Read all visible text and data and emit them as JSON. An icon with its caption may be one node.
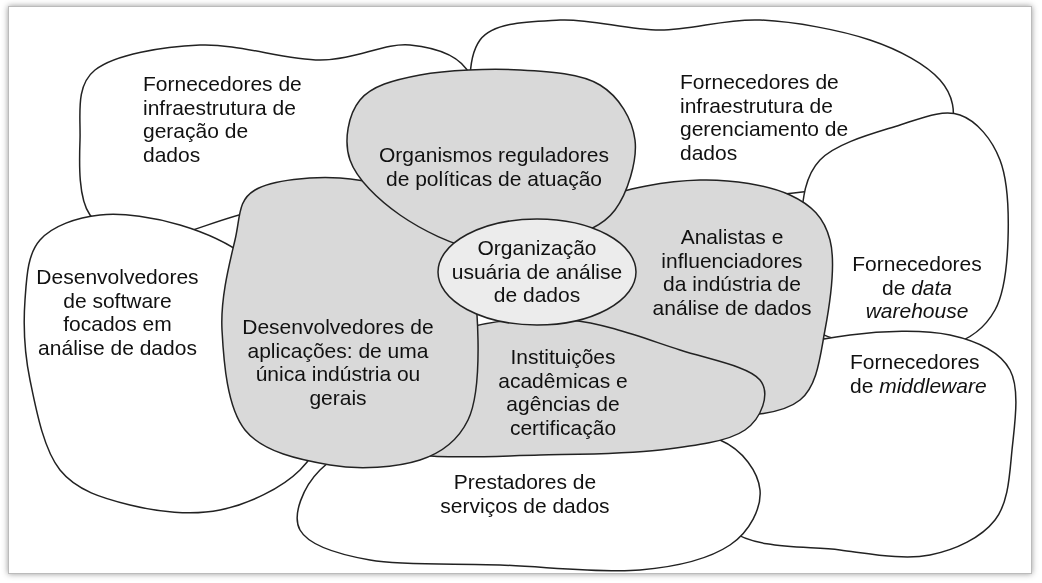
{
  "diagram": {
    "nodes": [
      {
        "text": [
          "Fornecedores de infraestrutura de geração de dados"
        ]
      },
      {
        "text": [
          "Fornecedores de infraestrutura de gerenciamento de dados"
        ]
      },
      {
        "text": [
          "Organismos reguladores de políticas de atuação"
        ]
      },
      {
        "text": [
          "Desenvolvedores de software focados em análise de dados"
        ]
      },
      {
        "text": [
          "Organização usuária de análise de dados"
        ]
      },
      {
        "text": [
          "Analistas e influenciadores da indústria de análise de dados"
        ]
      },
      {
        "text": [
          "Fornecedores de *data warehouse*"
        ]
      },
      {
        "text": [
          "Desenvolvedores de aplicações: de uma única indústria ou gerais"
        ]
      },
      {
        "text": [
          "Instituições acadêmicas e agências de certificação"
        ]
      },
      {
        "text": [
          "Fornecedores de *middleware*"
        ]
      },
      {
        "text": [
          "Prestadores de serviços de dados"
        ]
      }
    ]
  }
}
